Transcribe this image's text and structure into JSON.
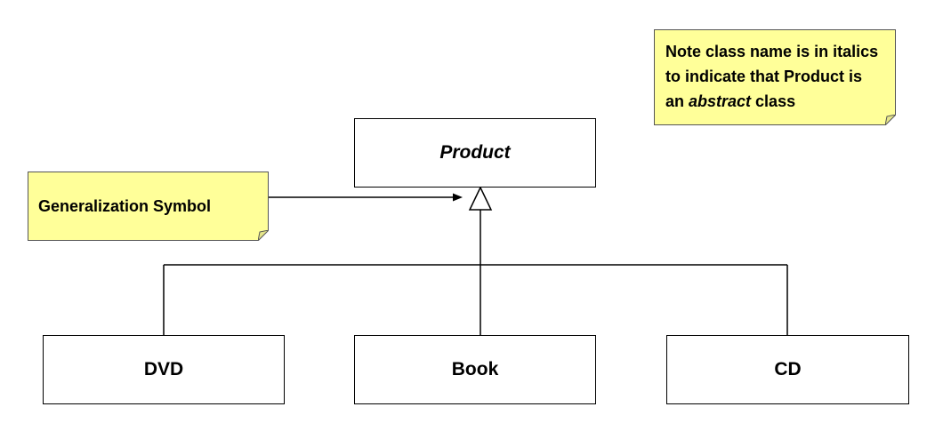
{
  "classes": {
    "parent": {
      "name": "Product",
      "abstract": true
    },
    "children": [
      {
        "name": "DVD"
      },
      {
        "name": "Book"
      },
      {
        "name": "CD"
      }
    ]
  },
  "notes": {
    "generalization": {
      "text": "Generalization Symbol"
    },
    "abstract": {
      "line1": "Note class name is in italics",
      "line2": "to indicate that Product is",
      "line3_prefix": "an ",
      "line3_emphasis": "abstract",
      "line3_suffix": " class"
    }
  },
  "colors": {
    "note_fill": "#ffff99",
    "line": "#000000"
  }
}
